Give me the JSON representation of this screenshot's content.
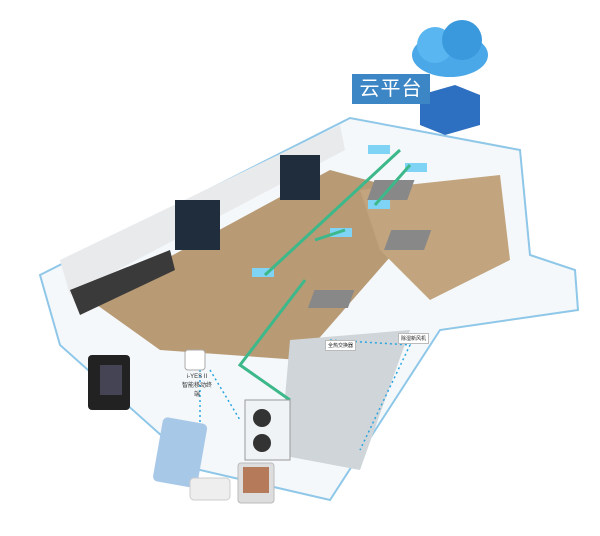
{
  "cloud": {
    "label": "云平台"
  },
  "labels": {
    "heat_exchanger": "全热交换器",
    "dehumidifier": "除湿新风机",
    "device_name": "i-YES II",
    "device_desc": "智能移动终端"
  },
  "colors": {
    "cloud_blue": "#3c86c6",
    "duct_green": "#3cb88a",
    "signal_blue": "#2aa5e0",
    "outline": "#8fc7e8"
  }
}
